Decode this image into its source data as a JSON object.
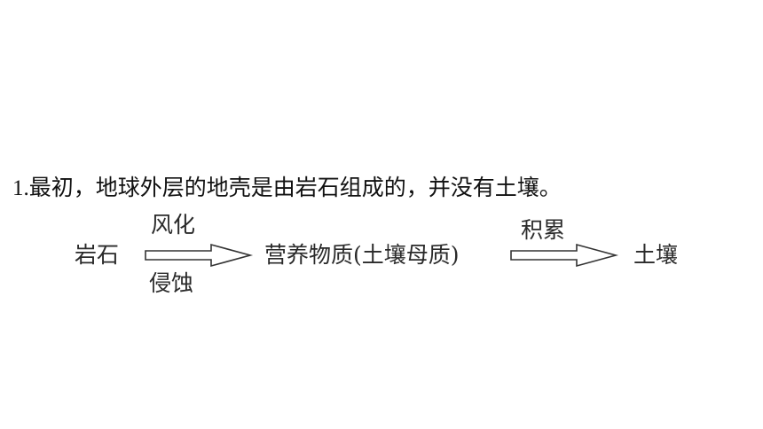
{
  "statement": {
    "number": "1.",
    "text": "最初，地球外层的地壳是由岩石组成的，并没有土壤。"
  },
  "flow": {
    "nodes": [
      "岩石",
      "营养物质(土壤母质)",
      "土壤"
    ],
    "arrows": [
      {
        "label_above": "风化",
        "label_below": "侵蚀"
      },
      {
        "label_above": "积累",
        "label_below": ""
      }
    ]
  },
  "colors": {
    "text": "#1a1a1a",
    "arrow_stroke": "#333333"
  }
}
